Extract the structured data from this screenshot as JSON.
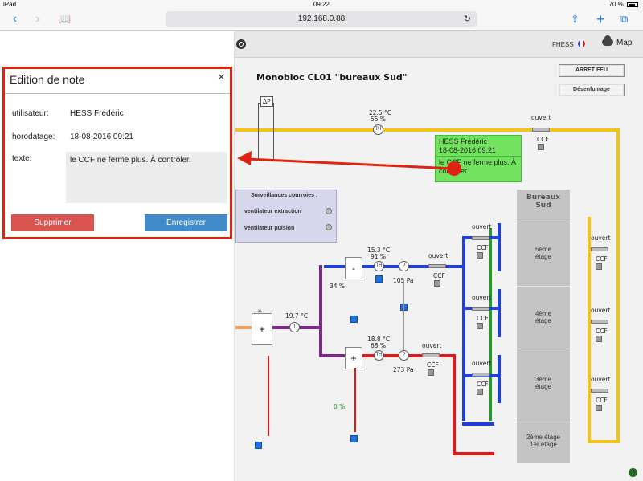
{
  "status_bar": {
    "device": "iPad",
    "time": "09:22",
    "battery": "70 %"
  },
  "browser": {
    "url": "192.168.0.88",
    "map_label": "Map"
  },
  "note_editor": {
    "title": "Edition de note",
    "close_symbol": "×",
    "user_label": "utilisateur:",
    "user_value": "HESS Frédéric",
    "timestamp_label": "horodatage:",
    "timestamp_value": "18-08-2016 09:21",
    "text_label": "texte:",
    "text_value": "le CCF ne ferme plus. À contrôler.",
    "delete_label": "Supprimer",
    "save_label": "Enregistrer"
  },
  "header": {
    "user": "FHESS",
    "map": "Map"
  },
  "unit_title": "Monobloc CL01  \"bureaux Sud\"",
  "buttons": {
    "fire_stop": "ARRET FEU",
    "smoke_extraction": "Désenfumage"
  },
  "supervision": {
    "title": "Surveillances courroies :",
    "extraction": "ventilateur extraction",
    "supply": "ventilateur pulsion"
  },
  "sticky_note": {
    "author": "HESS Frédéric",
    "date": "18-08-2016 09:21",
    "text": "le CCF ne ferme plus. À contrôler."
  },
  "sensors": {
    "outdoor_temp": "22.5 °C",
    "outdoor_hum": "55 %",
    "extract_temp": "15.3 °C",
    "extract_hum": "91 %",
    "extract_pressure": "105 Pa",
    "supply_temp": "18.8 °C",
    "supply_hum": "68 %",
    "supply_pressure": "273 Pa",
    "mix_temp": "19.7 °C",
    "valve_top": "34 %",
    "valve_bottom": "0 %",
    "delta_p": "ΔP",
    "th_symbol": "TH",
    "p_symbol": "P",
    "t_symbol": "T",
    "plus": "+",
    "minus": "-",
    "star": "✳"
  },
  "dampers": {
    "status": "ouvert",
    "label": "CCF"
  },
  "building": {
    "name_line1": "Bureaux",
    "name_line2": "Sud",
    "floor5_line1": "5ème",
    "floor5_line2": "étage",
    "floor4_line1": "4ème",
    "floor4_line2": "étage",
    "floor3_line1": "3ème",
    "floor3_line2": "étage",
    "floor2_line1": "2ème étage",
    "floor2_line2": "1er étage"
  },
  "colors": {
    "highlight": "#e02211",
    "exhaust_duct": "#f0c419",
    "extract_duct": "#1f3fd6",
    "supply_duct": "#e01a1a",
    "mixing_duct": "#7a2a8a",
    "note_bg": "#72e35f"
  }
}
